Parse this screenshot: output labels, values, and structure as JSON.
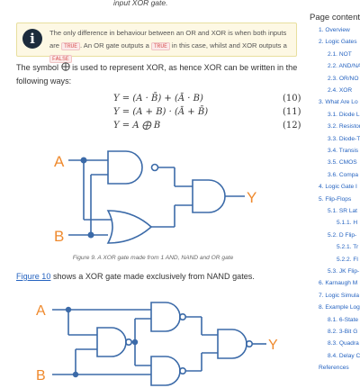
{
  "main": {
    "top_caption": "input XOR gate.",
    "info": {
      "text_1": "The only difference in behaviour between an OR and XOR is when both inputs are",
      "true_1": "TRUE",
      "text_2": ". An OR gate outputs a",
      "true_2": "TRUE",
      "text_3": "in this case, whilst and XOR outputs a",
      "false_1": "FALSE"
    },
    "para1_a": "The symbol",
    "para1_b": "is used to represent XOR, as hence XOR can be written in the",
    "para1_c": "following ways:",
    "equations": [
      {
        "lhs": "Y = (A · B̄) + (Ā · B)",
        "num": "(10)"
      },
      {
        "lhs": "Y = (A + B) · (Ā + B̄)",
        "num": "(11)"
      },
      {
        "lhs": "Y = A ⨁ B",
        "num": "(12)"
      }
    ],
    "figure9": {
      "input_a": "A",
      "input_b": "B",
      "output": "Y",
      "caption": "Figure 9. A XOR gate made from 1 AND, NAND and OR gate"
    },
    "para2_link": "Figure 10",
    "para2_rest": "shows a XOR gate made exclusively from NAND gates.",
    "figure10": {
      "input_a": "A",
      "input_b": "B",
      "output": "Y"
    }
  },
  "colors": {
    "wire": "#3b6aa8",
    "io_label": "#ef8a2e",
    "link": "#2563c0"
  },
  "sidebar": {
    "title": "Page contents",
    "items": [
      {
        "label": "1. Overview"
      },
      {
        "label": "2. Logic Gates"
      },
      {
        "label": "2.1. NOT"
      },
      {
        "label": "2.2. AND/NA"
      },
      {
        "label": "2.3. OR/NO"
      },
      {
        "label": "2.4. XOR"
      },
      {
        "label": "3. What Are Lo"
      },
      {
        "label": "3.1. Diode L"
      },
      {
        "label": "3.2. Resistor"
      },
      {
        "label": "3.3. Diode-T"
      },
      {
        "label": "3.4. Transis"
      },
      {
        "label": "3.5. CMOS"
      },
      {
        "label": "3.6. Compa"
      },
      {
        "label": "4. Logic Gate I"
      },
      {
        "label": "5. Flip-Flops"
      },
      {
        "label": "5.1. SR Lat"
      },
      {
        "label": "5.1.1. H"
      },
      {
        "label": "5.2. D Flip-"
      },
      {
        "label": "5.2.1. Tr"
      },
      {
        "label": "5.2.2. Fl"
      },
      {
        "label": "5.3. JK Flip-"
      },
      {
        "label": "6. Karnaugh M"
      },
      {
        "label": "7. Logic Simula"
      },
      {
        "label": "8. Example Log"
      },
      {
        "label": "8.1. 6-State"
      },
      {
        "label": "8.2. 3-Bit G"
      },
      {
        "label": "8.3. Quadra"
      },
      {
        "label": "8.4. Delay C"
      },
      {
        "label": "References"
      }
    ]
  }
}
